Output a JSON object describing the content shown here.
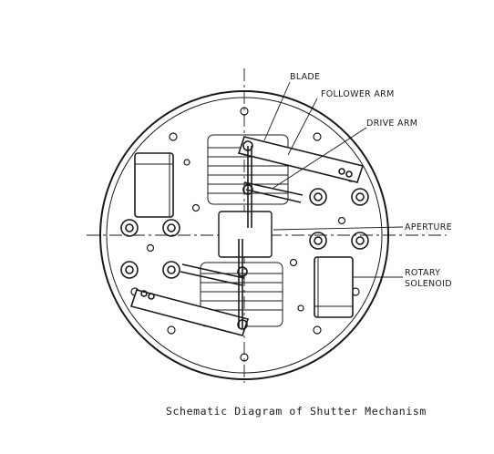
{
  "labels": {
    "blade": "BLADE",
    "follower_arm": "FOLLOWER ARM",
    "drive_arm": "DRIVE ARM",
    "aperture": "APERTURE",
    "rotary_line1": "ROTARY",
    "rotary_line2": "SOLENOID"
  },
  "caption": "Schematic Diagram of Shutter Mechanism"
}
